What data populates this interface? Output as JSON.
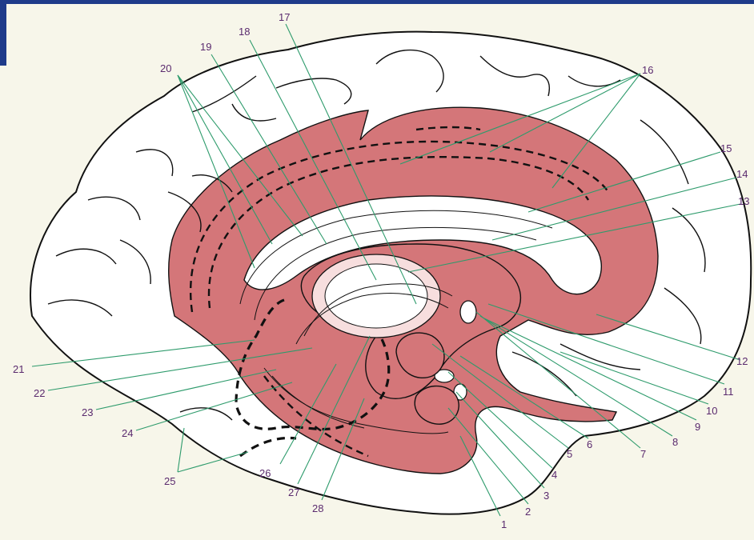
{
  "labels": {
    "n1": "1",
    "n2": "2",
    "n3": "3",
    "n4": "4",
    "n5": "5",
    "n6": "6",
    "n7": "7",
    "n8": "8",
    "n9": "9",
    "n10": "10",
    "n11": "11",
    "n12": "12",
    "n13": "13",
    "n14": "14",
    "n15": "15",
    "n16": "16",
    "n17": "17",
    "n18": "18",
    "n19": "19",
    "n20": "20",
    "n21": "21",
    "n22": "22",
    "n23": "23",
    "n24": "24",
    "n25": "25",
    "n26": "26",
    "n27": "27",
    "n28": "28"
  },
  "colors": {
    "limbic_fill": "#d47679",
    "leader_lines": "#2e9b6c",
    "label_text": "#5a2a6e",
    "background": "#f7f6ea",
    "frame": "#1f3b8a"
  }
}
